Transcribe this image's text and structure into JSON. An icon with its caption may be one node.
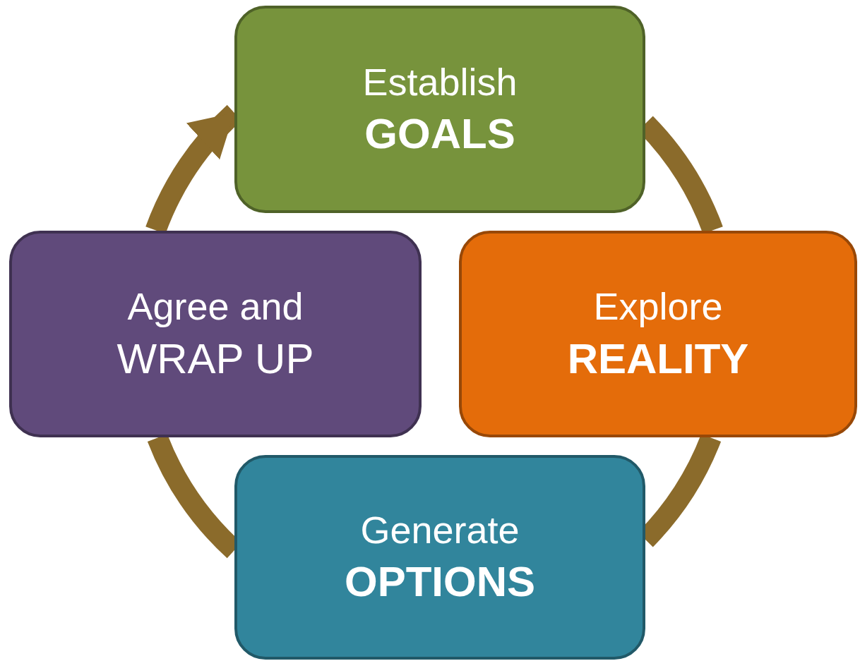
{
  "diagram": {
    "nodes": [
      {
        "text": [
          "Establish",
          "GOALS"
        ]
      },
      {
        "text": [
          "Explore",
          "REALITY"
        ]
      },
      {
        "text": [
          "Generate",
          "OPTIONS"
        ]
      },
      {
        "text": [
          "Agree and",
          "WRAP UP"
        ]
      }
    ],
    "edges": [
      {
        "from": 0,
        "to": 1,
        "arrow": "none"
      },
      {
        "from": 1,
        "to": 2,
        "arrow": "none"
      },
      {
        "from": 2,
        "to": 3,
        "arrow": "none"
      },
      {
        "from": 3,
        "to": 0,
        "arrow": "to"
      }
    ]
  }
}
